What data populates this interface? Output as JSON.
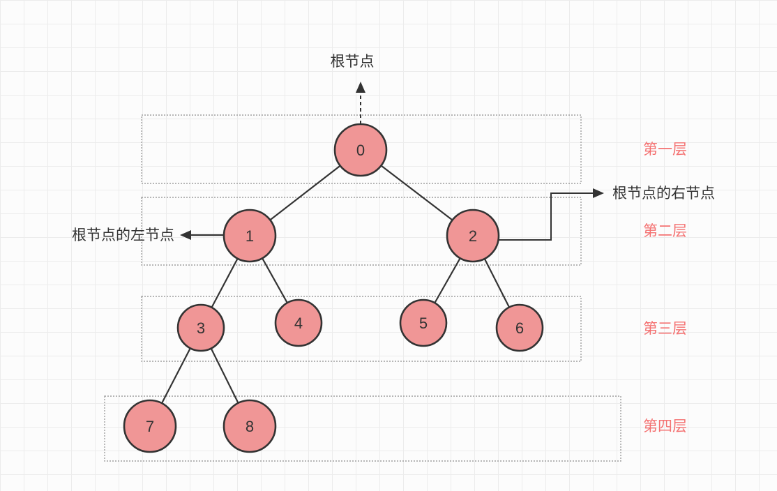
{
  "diagram": {
    "type": "binary-tree-levels",
    "annotations": {
      "root": "根节点",
      "root_left": "根节点的左节点",
      "root_right": "根节点的右节点"
    },
    "levels": [
      {
        "label": "第一层"
      },
      {
        "label": "第二层"
      },
      {
        "label": "第三层"
      },
      {
        "label": "第四层"
      }
    ],
    "nodes": [
      {
        "label": "0",
        "level": 1
      },
      {
        "label": "1",
        "level": 2
      },
      {
        "label": "2",
        "level": 2
      },
      {
        "label": "3",
        "level": 3
      },
      {
        "label": "4",
        "level": 3
      },
      {
        "label": "5",
        "level": 3
      },
      {
        "label": "6",
        "level": 3
      },
      {
        "label": "7",
        "level": 4
      },
      {
        "label": "8",
        "level": 4
      }
    ],
    "edges": [
      "0-1",
      "0-2",
      "1-3",
      "1-4",
      "2-5",
      "2-6",
      "3-7",
      "3-8"
    ],
    "colors": {
      "node_fill": "#f09696",
      "node_stroke": "#333333",
      "edge": "#333333",
      "level_label": "#f47272",
      "box_border": "#9e9e9e"
    }
  }
}
